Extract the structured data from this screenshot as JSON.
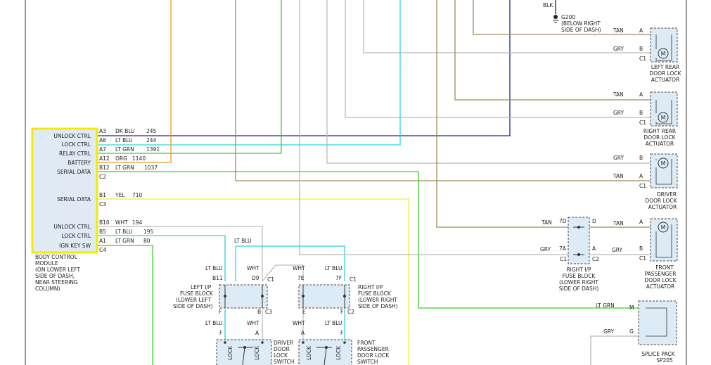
{
  "colors": {
    "dk_blu": "#1b2a7a",
    "lt_blu": "#2bd3e3",
    "lt_grn": "#3ccc2e",
    "org": "#e89a2c",
    "yel": "#eeea40",
    "wht": "#bdbdbd",
    "tan": "#a08a5a",
    "gry": "#b8b8b8",
    "blk": "#222222",
    "bcm_highlight": "#f3ec00"
  },
  "bcm": {
    "pins": [
      {
        "label": "UNLOCK CTRL",
        "pin": "A3",
        "wire": "DK BLU",
        "circuit": "245"
      },
      {
        "label": "LOCK CTRL",
        "pin": "A6",
        "wire": "LT BLU",
        "circuit": "244"
      },
      {
        "label": "RELAY CTRL",
        "pin": "A7",
        "wire": "LT GRN",
        "circuit": "1391"
      },
      {
        "label": "BATTERY",
        "pin": "A12",
        "wire": "ORG",
        "circuit": "1140"
      },
      {
        "label": "SERIAL DATA",
        "pin": "B12",
        "wire": "LT GRN",
        "circuit": "1037"
      },
      {
        "label": "",
        "pin": "C2",
        "wire": "",
        "circuit": ""
      },
      {
        "label": "SERIAL DATA",
        "pin": "B1",
        "wire": "YEL",
        "circuit": "710"
      },
      {
        "label": "",
        "pin": "C3",
        "wire": "",
        "circuit": ""
      },
      {
        "label": "UNLOCK CTRL",
        "pin": "B10",
        "wire": "WHT",
        "circuit": "194"
      },
      {
        "label": "LOCK CTRL",
        "pin": "B5",
        "wire": "LT BLU",
        "circuit": "195"
      },
      {
        "label": "IGN KEY SW",
        "pin": "A1",
        "wire": "LT GRN",
        "circuit": "80"
      },
      {
        "label": "",
        "pin": "C4",
        "wire": "",
        "circuit": ""
      }
    ],
    "caption": [
      "BODY CONTROL",
      "MODULE",
      "(ON LOWER LEFT",
      "SIDE OF DASH,",
      "NEAR STEERING",
      "COLUMN)"
    ]
  },
  "ground": {
    "wire": "BLK",
    "name": "G200",
    "location": [
      "(BELOW RIGHT",
      "SIDE OF DASH)"
    ]
  },
  "actuators": {
    "left_rear": {
      "wire_a": "TAN",
      "wire_b": "GRY",
      "pin_a": "A",
      "pin_b": "B",
      "conn": "C1",
      "motor": "M",
      "caption": [
        "LEFT REAR",
        "DOOR LOCK",
        "ACTUATOR"
      ]
    },
    "right_rear": {
      "wire_a": "TAN",
      "wire_b": "GRY",
      "pin_a": "A",
      "pin_b": "B",
      "conn": "C1",
      "motor": "M",
      "caption": [
        "RIGHT REAR",
        "DOOR LOCK",
        "ACTUATOR"
      ]
    },
    "driver": {
      "wire_a": "GRY",
      "wire_b": "TAN",
      "pin_a": "B",
      "pin_b": "A",
      "conn": "C1",
      "motor": "M",
      "caption": [
        "DRIVER",
        "DOOR LOCK",
        "ACTUATOR"
      ]
    },
    "front_passenger": {
      "wire_a": "TAN",
      "wire_b": "GRY",
      "pin_a": "A",
      "pin_b": "B",
      "conn": "C1",
      "motor": "M",
      "caption": [
        "FRONT",
        "PASSENGER",
        "DOOR LOCK",
        "ACTUATOR"
      ]
    }
  },
  "right_ip_fuse": {
    "wire_top_in": "TAN",
    "pin_top_in": "7D",
    "pin_top_out": "D",
    "wire_bot_in": "GRY",
    "pin_bot_in": "7A",
    "pin_bot_out": "A",
    "conn_in": "C1",
    "conn_out": "C2",
    "caption": [
      "RIGHT I/P",
      "FUSE BLOCK",
      "(LOWER RIGHT",
      "SIDE OF DASH)"
    ]
  },
  "left_ip_fuse_block": {
    "wire_left": "LT BLU",
    "pin_left": "B11",
    "wire_right": "WHT",
    "pin_right": "D9",
    "conn_top": "C1",
    "pin_b_left": "F",
    "pin_b_right": "B",
    "conn_bottom": "C3",
    "caption": [
      "LEFT I/P",
      "FUSE BLOCK",
      "(LOWER LEFT",
      "SIDE OF DASH)"
    ]
  },
  "right_ip_fuse_block2": {
    "wire_left": "WHT",
    "pin_left": "7E",
    "wire_right": "LT BLU",
    "pin_right": "7F",
    "conn_top": "C1",
    "pin_b_left": "E",
    "pin_b_right": "F",
    "conn_bottom": "C2",
    "caption": [
      "RIGHT I/P",
      "FUSE BLOCK",
      "(LOWER RIGHT",
      "SIDE OF DASH)"
    ]
  },
  "lt_blu_jumper": "LT BLU",
  "driver_switch": {
    "wire_left": "LT BLU",
    "wire_right": "WHT",
    "pin_left": "F",
    "pin_right": "A",
    "caption": [
      "DRIVER",
      "DOOR",
      "LOCK",
      "SWITCH"
    ],
    "switch_label": "LOCK"
  },
  "passenger_switch": {
    "wire_left": "WHT",
    "wire_right": "LT BLU",
    "pin_left": "A",
    "pin_right": "F",
    "caption": [
      "FRONT",
      "PASSENGER",
      "DOOR LOCK",
      "SWITCH"
    ],
    "switch_label": "LOCK"
  },
  "splice_pack": {
    "wire_m": "LT GRN",
    "pin_m": "M",
    "wire_g": "GRY",
    "pin_g": "G",
    "caption": [
      "SPLICE PACK",
      "SP205"
    ]
  }
}
